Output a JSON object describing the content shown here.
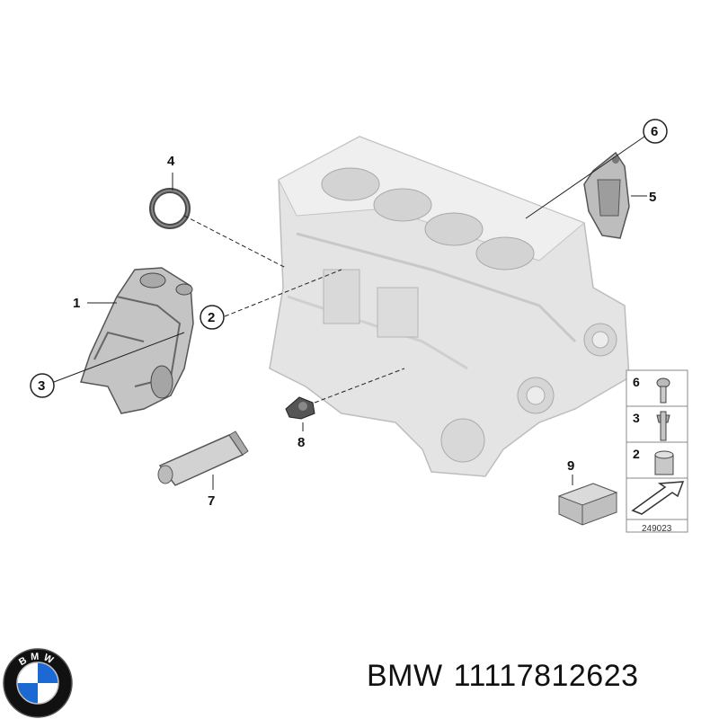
{
  "callouts": [
    "1",
    "2",
    "3",
    "4",
    "5",
    "6",
    "7",
    "8",
    "9"
  ],
  "legend": {
    "rows": [
      {
        "number": "6",
        "part": "bolt-icon"
      },
      {
        "number": "3",
        "part": "stud-bolt-icon"
      },
      {
        "number": "2",
        "part": "dowel-sleeve-icon"
      }
    ],
    "diagram_id": "249023"
  },
  "caption": {
    "brand": "BMW",
    "part_number": "11117812623"
  },
  "logo": {
    "letters": "BMW",
    "colors": {
      "blue": "#1c69d4",
      "white": "#ffffff",
      "ring": "#111111"
    }
  }
}
